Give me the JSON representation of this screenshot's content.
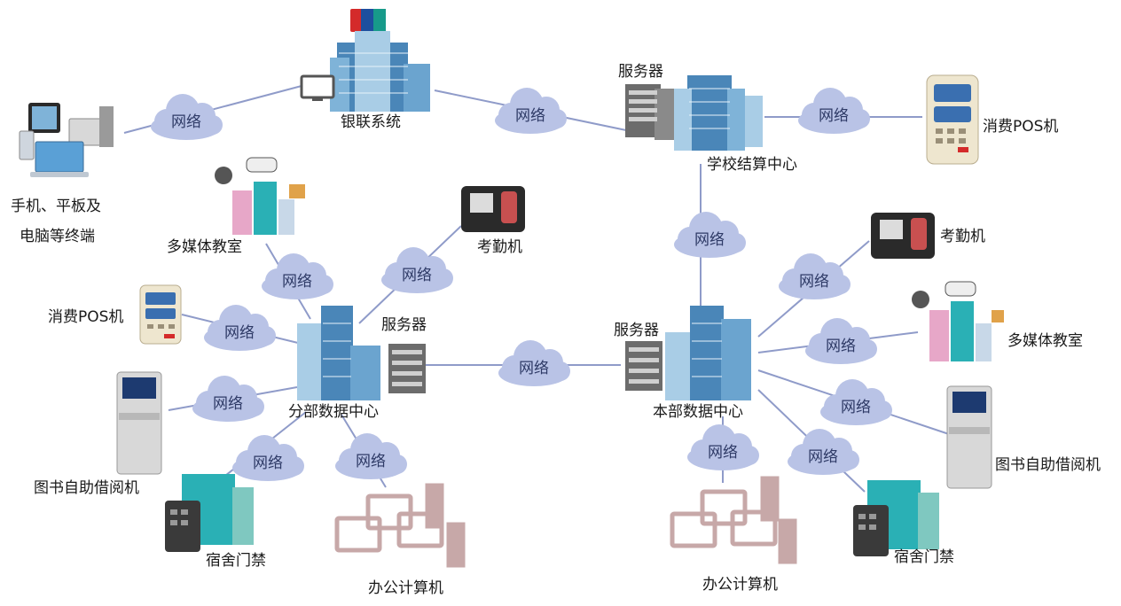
{
  "cloud_label": "网络",
  "labels": {
    "unionpay": "银联系统",
    "terminals_line1": "手机、平板及",
    "terminals_line2": "电脑等终端",
    "server_top": "服务器",
    "settlement_center": "学校结算中心",
    "pos_top_right": "消费POS机",
    "multimedia_left": "多媒体教室",
    "attendance_left": "考勤机",
    "pos_left": "消费POS机",
    "server_branch": "服务器",
    "branch_dc": "分部数据中心",
    "library_left": "图书自助借阅机",
    "dorm_left": "宿舍门禁",
    "office_left": "办公计算机",
    "attendance_right": "考勤机",
    "multimedia_right": "多媒体教室",
    "server_main": "服务器",
    "main_dc": "本部数据中心",
    "library_right": "图书自助借阅机",
    "dorm_right": "宿舍门禁",
    "office_right": "办公计算机"
  },
  "colors": {
    "cloud_fill": "#b9c3e6",
    "cloud_text": "#2e3a66",
    "line": "#8f9bc9",
    "building_blue": "#4a86b8",
    "building_light": "#a9cde6",
    "server_gray": "#6c6c6c",
    "pos_body": "#eee6cf",
    "device_pink": "#c7a8a8"
  }
}
